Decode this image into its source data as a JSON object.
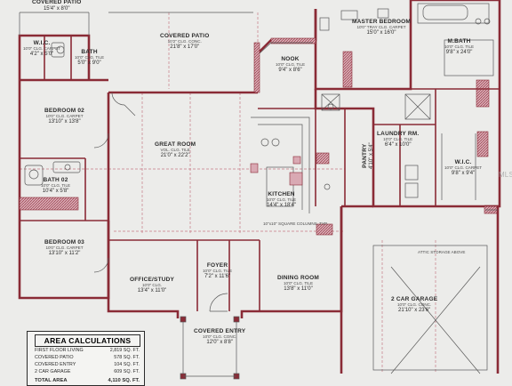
{
  "rooms": [
    {
      "key": "covered-patio-left",
      "name": "COVERED PATIO",
      "sub": "",
      "dims": "15'4\" x 8'0\""
    },
    {
      "key": "covered-patio",
      "name": "COVERED PATIO",
      "sub": "10'2\" CLG. CONC.",
      "dims": "21'8\" x 17'0\""
    },
    {
      "key": "master-bedroom",
      "name": "MASTER BEDROOM",
      "sub": "10'0\" TRAY CLG. CARPET",
      "dims": "15'0\" x 16'0\""
    },
    {
      "key": "m-bath",
      "name": "M.BATH",
      "sub": "10'0\" CLG. TILE",
      "dims": "9'8\" x 24'0\""
    },
    {
      "key": "wic-left",
      "name": "W.I.C.",
      "sub": "10'0\" CLG. CARPET",
      "dims": "4'2\" x 5'0\""
    },
    {
      "key": "bath-small",
      "name": "BATH",
      "sub": "10'0\" CLG. TILE",
      "dims": "5'0\" x 9'0\""
    },
    {
      "key": "nook",
      "name": "NOOK",
      "sub": "10'0\" CLG. TILE",
      "dims": "9'4\" x 8'6\""
    },
    {
      "key": "bedroom-02",
      "name": "BEDROOM 02",
      "sub": "10'0\" CLG. CARPET",
      "dims": "13'10\" x 13'8\""
    },
    {
      "key": "great-room",
      "name": "GREAT ROOM",
      "sub": "VOL. CLG. TILE",
      "dims": "21'0\" x 22'2\""
    },
    {
      "key": "kitchen",
      "name": "KITCHEN",
      "sub": "10'0\" CLG. TILE",
      "dims": "14'4\" x 18'4\""
    },
    {
      "key": "pantry",
      "name": "PANTRY",
      "sub": "",
      "dims": "4'10\" x 5'4\""
    },
    {
      "key": "laundry",
      "name": "LAUNDRY RM.",
      "sub": "10'0\" CLG. TILE",
      "dims": "6'4\" x 10'0\""
    },
    {
      "key": "wic-right",
      "name": "W.I.C.",
      "sub": "10'0\" CLG. CARPET",
      "dims": "9'8\" x 9'4\""
    },
    {
      "key": "bath-02",
      "name": "BATH 02",
      "sub": "10'0\" CLG. TILE",
      "dims": "10'4\" x 5'8\""
    },
    {
      "key": "bedroom-03",
      "name": "BEDROOM 03",
      "sub": "10'0\" CLG. CARPET",
      "dims": "13'10\" x 11'2\""
    },
    {
      "key": "office-study",
      "name": "OFFICE/STUDY",
      "sub": "10'0\" CLG.",
      "dims": "13'4\" x 11'0\""
    },
    {
      "key": "foyer",
      "name": "FOYER",
      "sub": "10'0\" CLG. TILE",
      "dims": "7'2\" x 11'6\""
    },
    {
      "key": "dining-room",
      "name": "DINING ROOM",
      "sub": "10'0\" CLG. TILE",
      "dims": "13'8\" x 11'0\""
    },
    {
      "key": "covered-entry",
      "name": "COVERED ENTRY",
      "sub": "10'0\" CLG. CONC.",
      "dims": "12'0\" x 8'8\""
    },
    {
      "key": "garage",
      "name": "2 CAR GARAGE",
      "sub": "10'0\" CLG. CONC.",
      "dims": "21'10\" x 23'6\""
    }
  ],
  "notes": {
    "columns": "10\"x10\" SQUARE COLUMNS, TYP.",
    "attic": "ATTIC STORAGE ABOVE"
  },
  "area": {
    "title": "AREA CALCULATIONS",
    "rows": [
      {
        "label": "FIRST FLOOR LIVING",
        "value": "2,819 SQ. FT."
      },
      {
        "label": "COVERED PATIO",
        "value": "578 SQ. FT."
      },
      {
        "label": "COVERED ENTRY",
        "value": "104 SQ. FT."
      },
      {
        "label": "2 CAR GARAGE",
        "value": "609 SQ. FT."
      }
    ],
    "total_label": "TOTAL AREA",
    "total_value": "4,110 SQ. FT."
  },
  "watermark": "MLS",
  "colors": {
    "wall": "#8a2b36",
    "wall_fill": "#b5687a",
    "line": "#5a5a5a",
    "grid": "#c77a86",
    "paper": "#ececea"
  }
}
